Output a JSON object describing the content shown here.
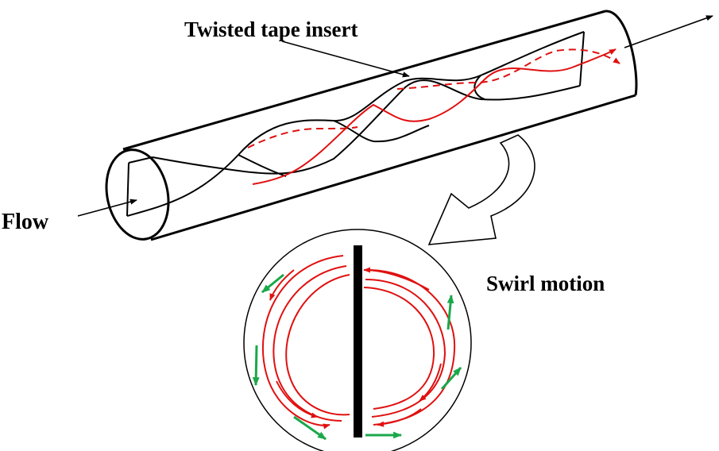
{
  "labels": {
    "tape": "Twisted tape insert",
    "flow": "Flow",
    "swirl": "Swirl motion"
  },
  "colors": {
    "outline": "#000000",
    "streamline": "#e01010",
    "wall_vector": "#1aa84a",
    "background": "#ffffff"
  }
}
